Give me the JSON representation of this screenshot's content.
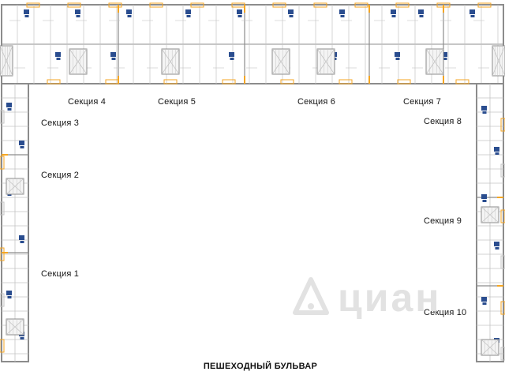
{
  "plan": {
    "street_label": "ПЕШЕХОДНЫЙ БУЛЬВАР",
    "watermark": "циан",
    "sections": [
      {
        "label": "Секция 1"
      },
      {
        "label": "Секция 2"
      },
      {
        "label": "Секция 3"
      },
      {
        "label": "Секция 4"
      },
      {
        "label": "Секция 5"
      },
      {
        "label": "Секция 6"
      },
      {
        "label": "Секция 7"
      },
      {
        "label": "Секция 8"
      },
      {
        "label": "Секция 9"
      },
      {
        "label": "Секция 10"
      }
    ],
    "colors": {
      "wall": "#8c8c8c",
      "partition": "#c4c4c4",
      "fill": "#ffffff",
      "stair_fill": "#f4f4f4",
      "accent_blue": "#2a4d8f",
      "accent_yellow": "#f5a623",
      "watermark": "#e2e2e2",
      "text": "#151515"
    }
  }
}
